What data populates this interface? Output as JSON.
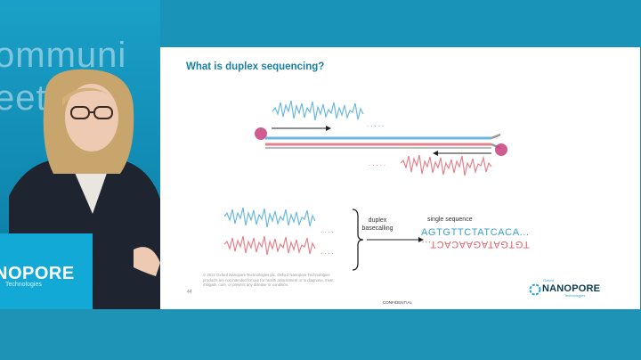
{
  "background_text": [
    "ommuni",
    "eeting"
  ],
  "podium": {
    "brand": "NOPORE",
    "sub": "Technologies"
  },
  "slide": {
    "title": "What is duplex sequencing?",
    "label_duplex": "duplex\nbasecalling",
    "label_single": "single sequence",
    "seq_top": "AGTGTTCTATCACA",
    "seq_top_dots": "...",
    "seq_bottom": "TGTGATAGAACACT",
    "seq_bottom_dots": "...",
    "page_number": "44",
    "copyright": "© 2022 Oxford Nanopore Technologies plc. Oxford Nanopore Technologies products are not intended for use for health assessment or to diagnose, treat, mitigate, cure, or prevent any disease or condition.",
    "confidential": "CONFIDENTIAL",
    "logo": {
      "small": "Oxford",
      "word": "NANOPORE",
      "tag": "Technologies"
    }
  },
  "colors": {
    "blue_strand": "#6bb9e0",
    "red_strand": "#e5828c",
    "title": "#1a7fa3",
    "motor": "#c7417e",
    "stage_blue": "#1a93b8"
  }
}
